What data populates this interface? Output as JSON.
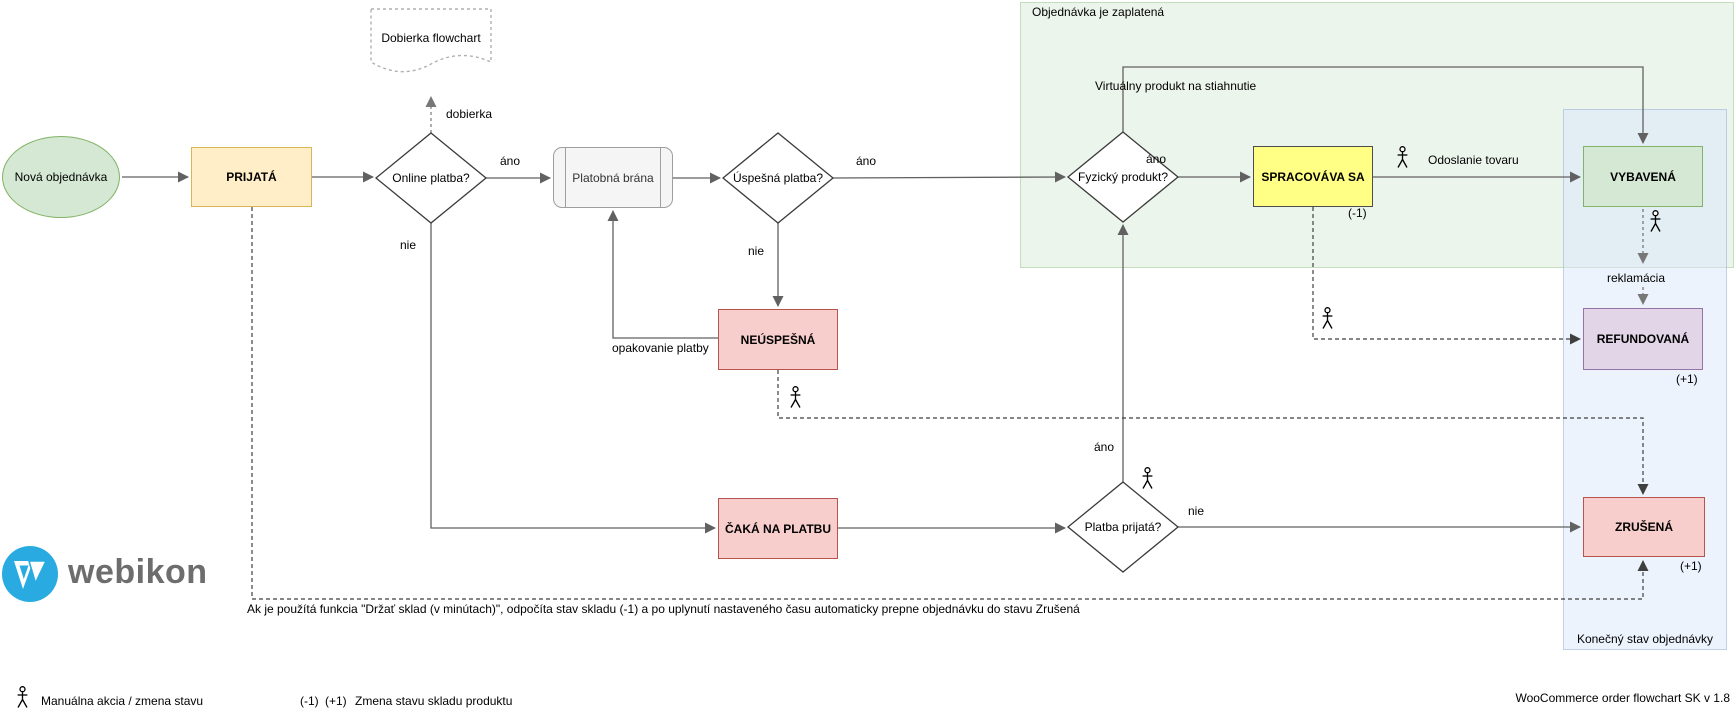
{
  "diagram": {
    "version": "WooCommerce order flowchart SK v 1.8",
    "containers": {
      "paid": "Objednávka je zaplatená",
      "final": "Konečný stav objednávky"
    },
    "nodes": {
      "start": "Nová objednávka",
      "prijata": "PRIJATÁ",
      "online_platba": "Online platba?",
      "platobna_brana": "Platobná brána",
      "uspesna_platba": "Úspešná platba?",
      "neuspesna": "NEÚSPEŠNÁ",
      "caka_na_platbu": "ČAKÁ NA PLATBU",
      "platba_prijata": "Platba prijatá?",
      "fyzicky_produkt": "Fyzický produkt?",
      "spracovava_sa": "SPRACOVÁVA SA",
      "vybavena": "VYBAVENÁ",
      "refundovana": "REFUNDOVANÁ",
      "zrusena": "ZRUŠENÁ",
      "dobierka_doc": "Dobierka flowchart"
    },
    "labels": {
      "yes": "áno",
      "no": "nie",
      "dobierka": "dobierka",
      "opakovanie": "opakovanie platby",
      "reklamacia": "reklamácia",
      "odoslanie": "Odoslanie tovaru",
      "virtualny": "Virtuálny produkt na stiahnutie"
    },
    "stock": {
      "minus": "(-1)",
      "plus": "(+1)"
    },
    "note": "Ak je použítá funkcia \"Držať sklad (v minútach)\", odpočíta stav skladu (-1) a po uplynutí nastaveného času automaticky prepne objednávku do stavu Zrušená",
    "legend": {
      "manual": "Manuálna akcia / zmena stavu",
      "stock_minus": "(-1)",
      "stock_plus": "(+1)",
      "stock_text": "Zmena stavu skladu produktu"
    },
    "logo_text": "webikon",
    "colors": {
      "status_new": "#d5e8d4",
      "status_received": "#ffeec8",
      "status_processing": "#ffff85",
      "status_completed": "#d5e8d4",
      "status_failed": "#f8cecc",
      "status_refunded": "#e1d5e7",
      "paid_container": "#e9f2e7",
      "final_container": "#e8eefa",
      "logo_blue": "#29abe2"
    }
  }
}
